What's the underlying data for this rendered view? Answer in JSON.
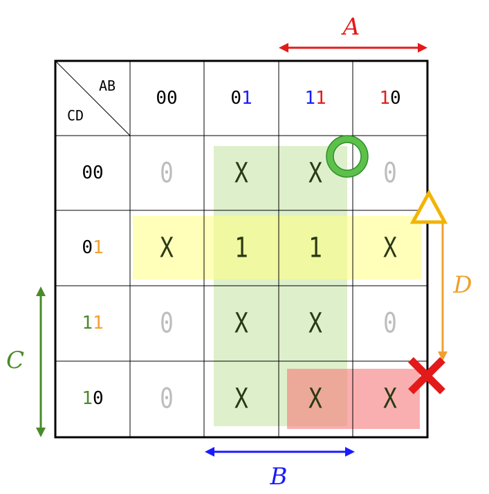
{
  "corner": {
    "col_var": "AB",
    "row_var": "CD"
  },
  "col_headers": [
    {
      "parts": [
        {
          "t": "00",
          "c": "#000000"
        }
      ]
    },
    {
      "parts": [
        {
          "t": "0",
          "c": "#000000"
        },
        {
          "t": "1",
          "c": "#1a1aff"
        }
      ]
    },
    {
      "parts": [
        {
          "t": "1",
          "c": "#1a1aff"
        },
        {
          "t": "1",
          "c": "#e31a1a"
        }
      ]
    },
    {
      "parts": [
        {
          "t": "1",
          "c": "#e31a1a"
        },
        {
          "t": "0",
          "c": "#000000"
        }
      ]
    }
  ],
  "row_headers": [
    {
      "parts": [
        {
          "t": "00",
          "c": "#000000"
        }
      ]
    },
    {
      "parts": [
        {
          "t": "0",
          "c": "#000000"
        },
        {
          "t": "1",
          "c": "#f0a030"
        }
      ]
    },
    {
      "parts": [
        {
          "t": "1",
          "c": "#4a8a2a"
        },
        {
          "t": "1",
          "c": "#f0a030"
        }
      ]
    },
    {
      "parts": [
        {
          "t": "1",
          "c": "#4a8a2a"
        },
        {
          "t": "0",
          "c": "#000000"
        }
      ]
    }
  ],
  "cells": [
    [
      "0",
      "X",
      "X",
      "0"
    ],
    [
      "X",
      "1",
      "1",
      "X"
    ],
    [
      "0",
      "X",
      "X",
      "0"
    ],
    [
      "0",
      "X",
      "X",
      "X"
    ]
  ],
  "variables": {
    "A": "A",
    "B": "B",
    "C": "C",
    "D": "D"
  },
  "colors": {
    "A": "#e31a1a",
    "B": "#1a1aff",
    "C": "#4a8a2a",
    "D": "#f0a030",
    "zero": "#bdbdbd",
    "value": "#2a3a14",
    "group_green": "#c8e6a8",
    "group_yellow": "#ffff80",
    "group_red": "#f57a7a",
    "circle": "#5cc04a",
    "triangle": "#f2b400",
    "cross": "#e31a1a"
  }
}
